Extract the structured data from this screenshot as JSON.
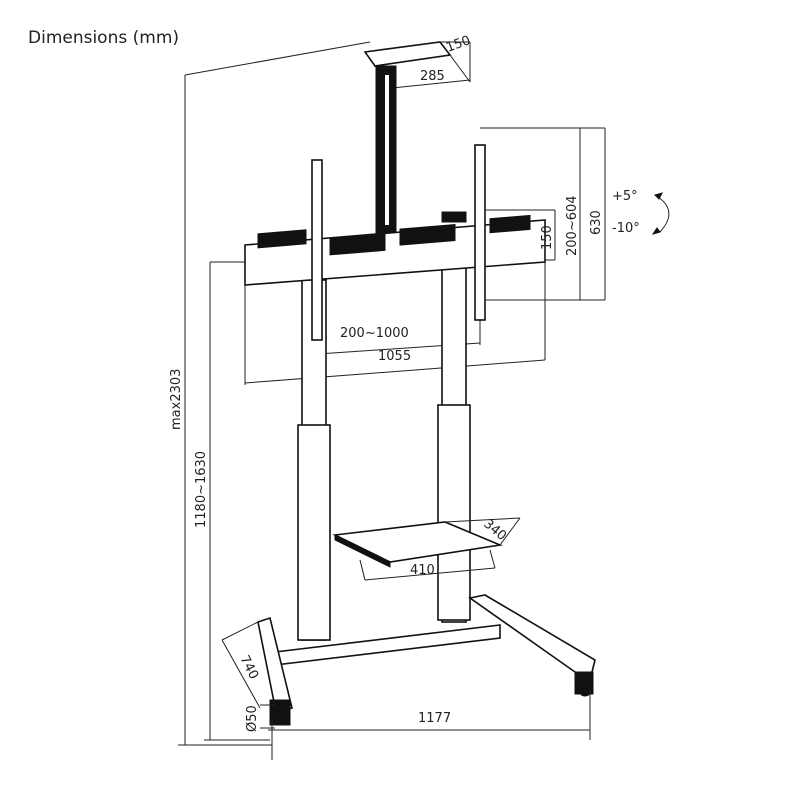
{
  "title": "Dimensions (mm)",
  "dimensions": {
    "ceiling_depth": "150",
    "ceiling_width": "285",
    "vesa_vertical_range": "200~604",
    "bracket_height": "630",
    "plate_height": "150",
    "tilt_up": "+5°",
    "tilt_down": "-10°",
    "vesa_horizontal_range": "200~1000",
    "bracket_width": "1055",
    "max_height": "max2303",
    "height_range": "1180~1630",
    "shelf_depth": "340",
    "shelf_width": "410",
    "base_depth": "740",
    "caster_diameter": "Ø50",
    "base_width": "1177"
  }
}
